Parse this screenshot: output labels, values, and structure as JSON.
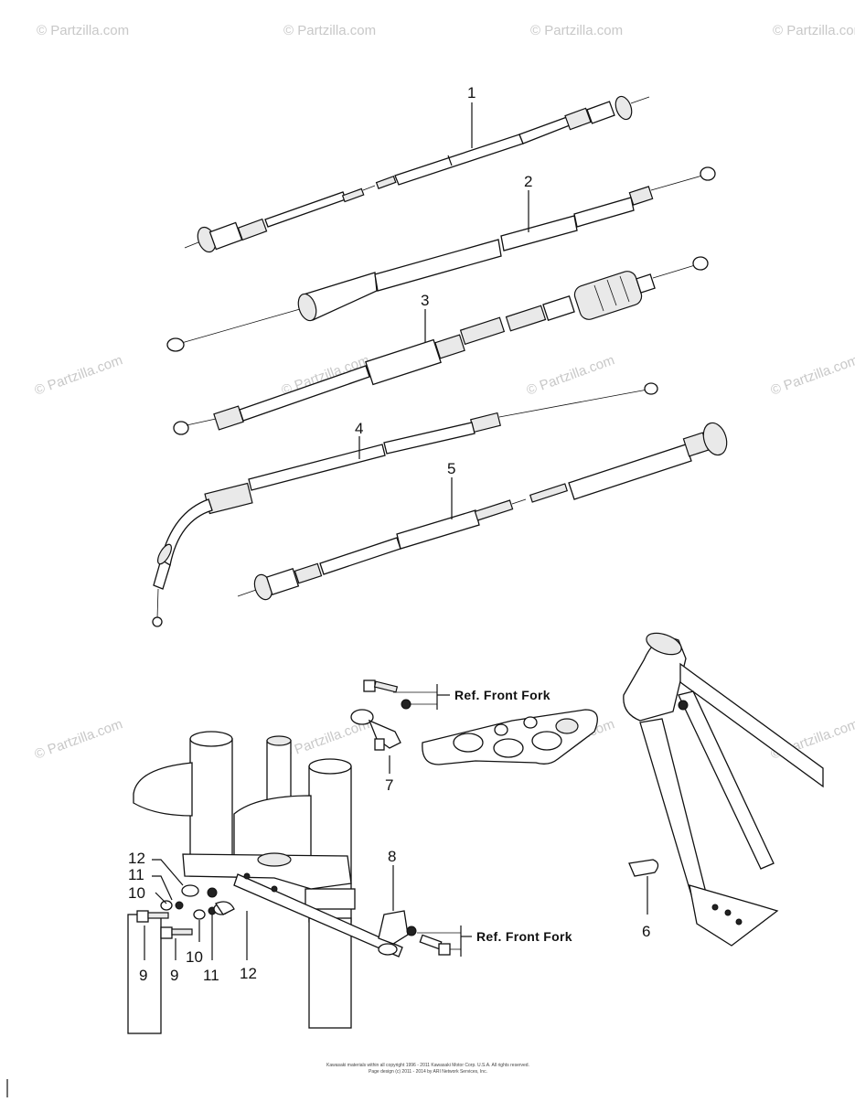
{
  "watermark": {
    "text": "© Partzilla.com",
    "accent": "#c8c8c8"
  },
  "callouts": {
    "c1": "1",
    "c2": "2",
    "c3": "3",
    "c4": "4",
    "c5": "5",
    "c6": "6",
    "c7": "7",
    "c8": "8",
    "c9a": "9",
    "c9b": "9",
    "c10a": "10",
    "c10b": "10",
    "c11a": "11",
    "c11b": "11",
    "c12a": "12",
    "c12b": "12"
  },
  "references": {
    "upper": "Ref. Front Fork",
    "lower": "Ref. Front Fork"
  },
  "copyright": {
    "line1": "Kawasaki materials within all copyright 1996 - 2011 Kawasaki Motor Corp. U.S.A. All rights reserved.",
    "line2": "Page design (c) 2011 - 2014 by ARI Network Services, Inc."
  }
}
